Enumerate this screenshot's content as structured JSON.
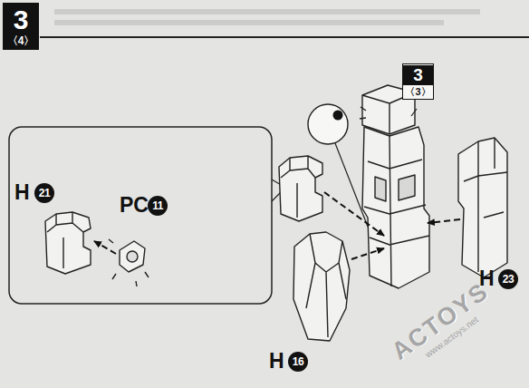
{
  "diagram": {
    "nodes": [
      {
        "text": [
          "3",
          "〈4〉"
        ]
      },
      {
        "text": [
          "3",
          "〈3〉"
        ]
      }
    ],
    "labels": [
      "H",
      "21",
      "PC",
      "11",
      "H",
      "16",
      "H",
      "23",
      "ACTOYS",
      "www.actoys.net"
    ]
  }
}
